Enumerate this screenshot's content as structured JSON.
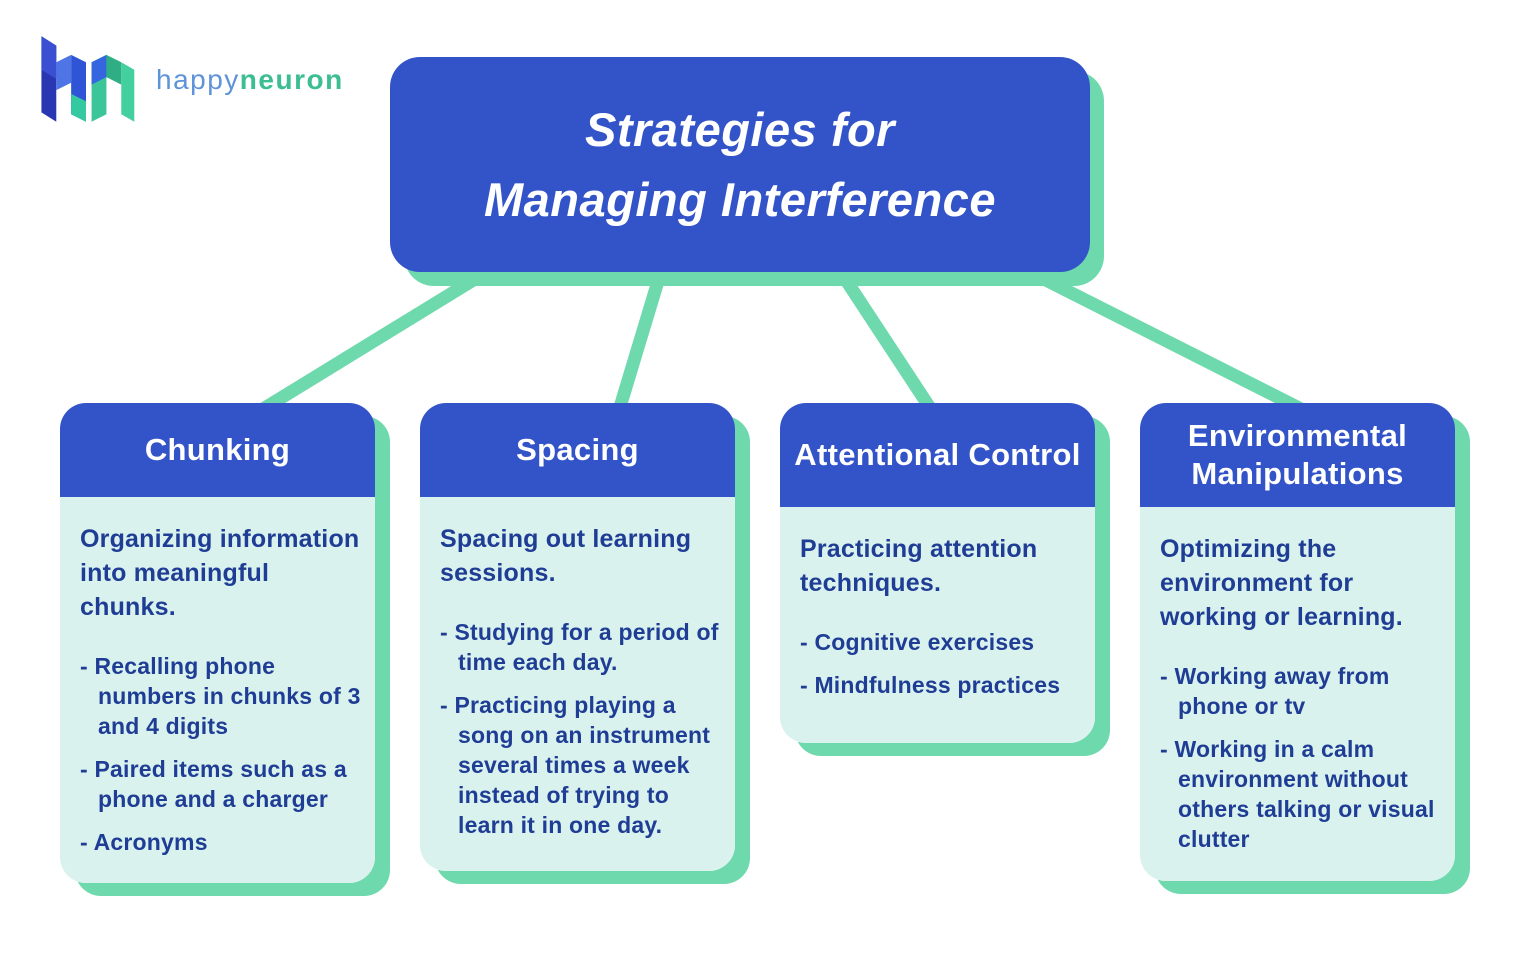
{
  "logo": {
    "happy": "happy",
    "neuron": "neuron"
  },
  "title": {
    "line1": "Strategies for",
    "line2": "Managing Interference"
  },
  "cards": [
    {
      "title": "Chunking",
      "intro": "Organizing information into meaningful chunks.",
      "bullets": [
        "- Recalling phone numbers in chunks of 3 and 4 digits",
        "- Paired items such as a phone and a charger",
        "- Acronyms"
      ]
    },
    {
      "title": "Spacing",
      "intro": "Spacing out learning sessions.",
      "bullets": [
        "- Studying for a period of time each day.",
        "- Practicing playing a song on an instrument several times a week instead of trying to learn it in one day."
      ]
    },
    {
      "title": "Attentional Control",
      "intro": "Practicing attention techniques.",
      "bullets": [
        "- Cognitive exercises",
        "- Mindfulness practices"
      ]
    },
    {
      "title": "Environmental Manipulations",
      "intro": "Optimizing the environment for working or learning.",
      "bullets": [
        "- Working away from phone or tv",
        "- Working in a calm environment without others talking or visual clutter"
      ]
    }
  ],
  "colors": {
    "header_blue": "#3354c9",
    "accent_green": "#6ed9ad",
    "card_mint": "#d9f2ee",
    "text_navy": "#1f3d94",
    "title_text": "#ffffff",
    "logo_happy_blue": "#5e93d8",
    "logo_neuron_green": "#3dbd92"
  }
}
